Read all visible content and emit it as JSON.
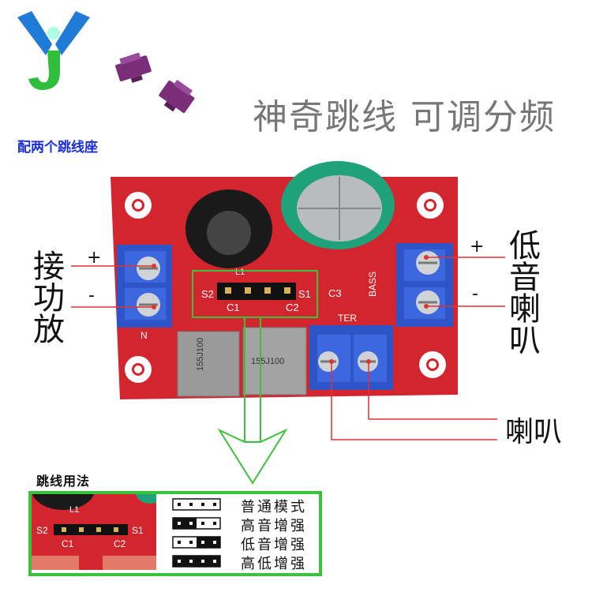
{
  "headline": "神奇跳线 可调分频",
  "subtitle": "配两个跳线座",
  "left_label": [
    "接",
    "功",
    "放"
  ],
  "right_label": [
    "低",
    "音",
    "喇",
    "叭"
  ],
  "bottom_label": "喇叭",
  "plus_sign": "+",
  "minus_sign": "-",
  "silkscreen": {
    "l1": "L1",
    "s2": "S2",
    "s1": "S1",
    "c1": "C1",
    "c2": "C2",
    "c3": "C3",
    "bass": "BASS",
    "ter": "TER",
    "in": "N",
    "cap1": "155J100",
    "cap2": "155J100"
  },
  "usage": {
    "title": "跳线用法",
    "modes": [
      "普通模式",
      "高音增强",
      "低音增强",
      "高低增强"
    ],
    "jumper_states": [
      [
        0,
        0,
        0,
        0
      ],
      [
        1,
        1,
        0,
        0
      ],
      [
        0,
        0,
        1,
        1
      ],
      [
        1,
        1,
        1,
        1
      ]
    ]
  },
  "colors": {
    "pcb": "#d2252d",
    "terminal": "#2e55c8",
    "green_outline": "#3ac23a",
    "title_gray": "#777777",
    "subtitle_blue": "#1c2fd6"
  }
}
